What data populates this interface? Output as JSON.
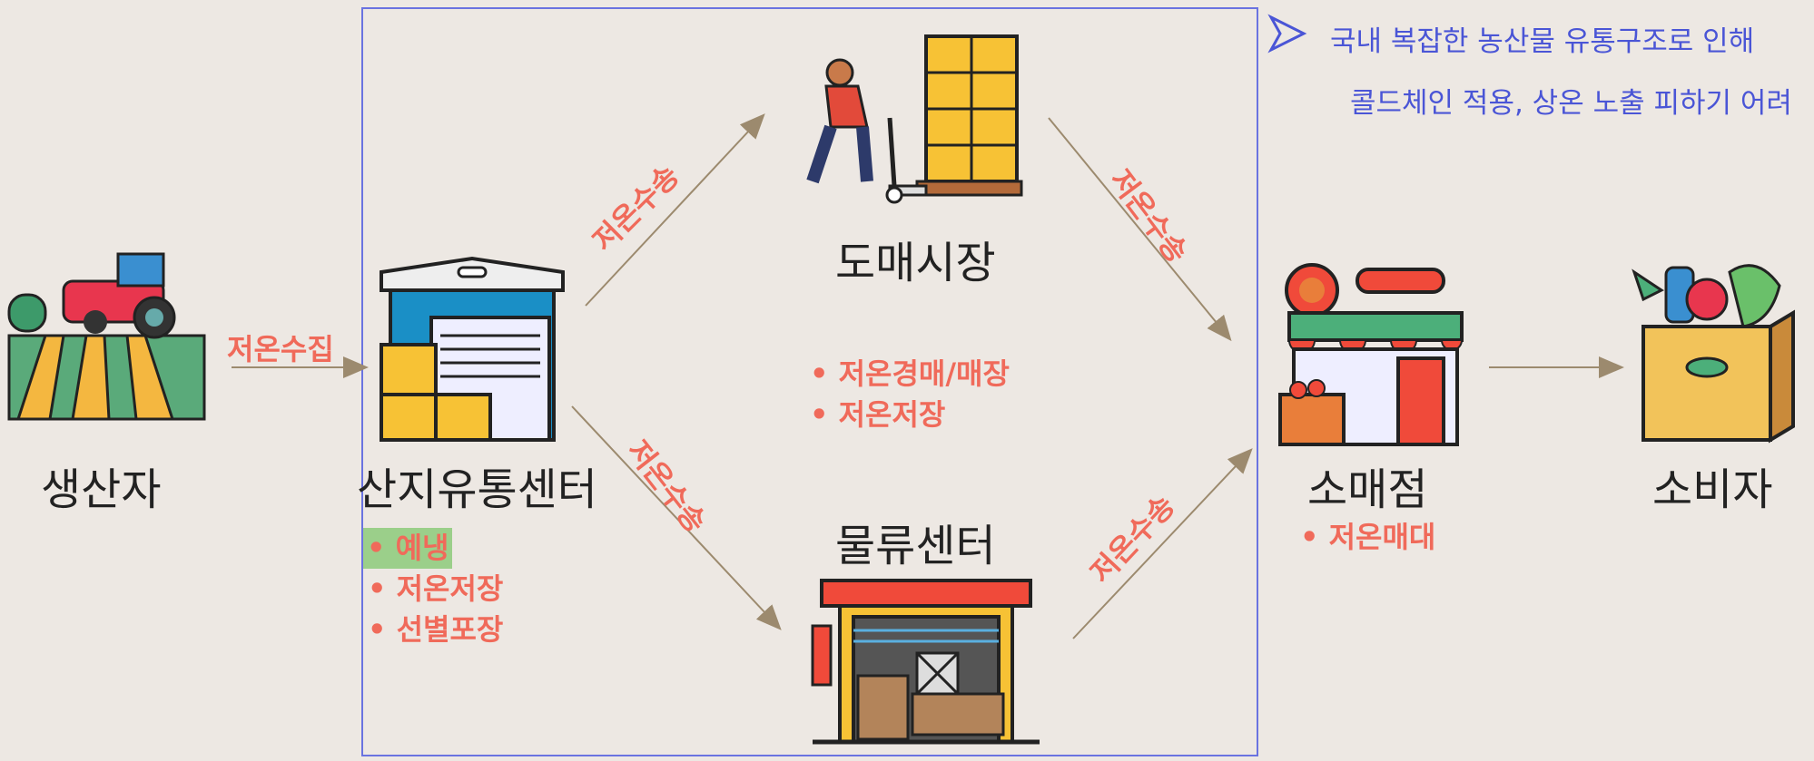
{
  "nodes": {
    "producer": "생산자",
    "origin_center": "산지유통센터",
    "wholesale": "도매시장",
    "logistics": "물류센터",
    "retail": "소매점",
    "consumer": "소비자"
  },
  "edges": {
    "collect": "저온수집",
    "transport_1": "저온수송",
    "transport_2": "저온수송",
    "transport_3": "저온수송",
    "transport_4": "저온수송"
  },
  "origin_bullets": [
    "• 예냉",
    "• 저온저장",
    "• 선별포장"
  ],
  "wholesale_bullets": [
    "• 저온경매/매장",
    "• 저온저장"
  ],
  "retail_bullets": [
    "• 저온매대"
  ],
  "note": {
    "line1": "국내 복잡한 농산물 유통구조로 인해",
    "line2": "콜드체인 적용, 상온 노출 피하기 어려"
  },
  "colors": {
    "accent_red": "#f06a5a",
    "note_blue": "#4a55d6",
    "arrow": "#9c8a6e",
    "highlight_green": "#9bcf8a"
  }
}
